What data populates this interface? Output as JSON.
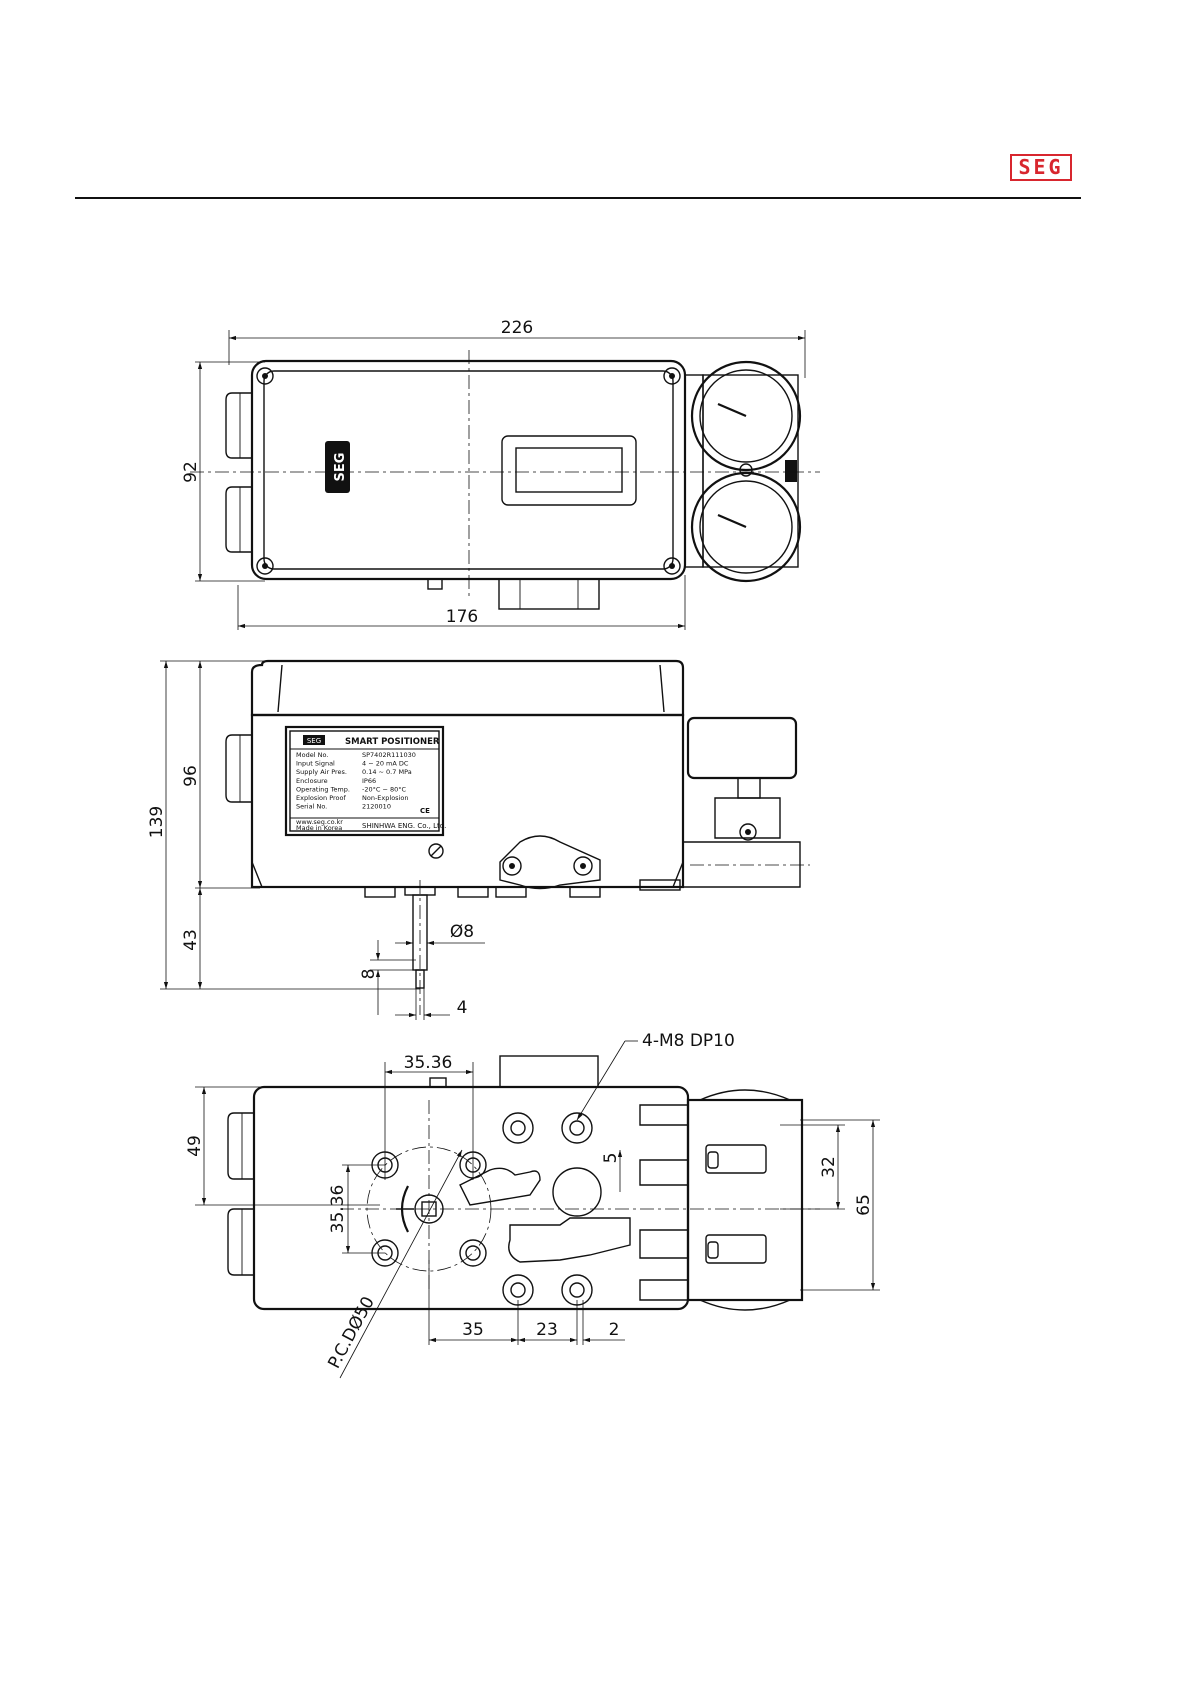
{
  "header": {
    "logo_text": "SEG",
    "logo_color": "#d8262e"
  },
  "top_view": {
    "dim_overall_width": "226",
    "dim_body_width": "176",
    "dim_height": "92",
    "cover_logo": "SEG"
  },
  "side_view": {
    "dim_total_height": "139",
    "dim_body_height": "96",
    "dim_shaft_length": "43",
    "dim_shaft_diameter": "Ø8",
    "dim_shaft_tip": "8",
    "dim_tip_width": "4",
    "nameplate": {
      "brand": "SEG",
      "title": "SMART POSITIONER",
      "rows": [
        {
          "label": "Model No.",
          "value": "SP7402R111030"
        },
        {
          "label": "Input Signal",
          "value": "4 ~ 20 mA DC"
        },
        {
          "label": "Supply Air Pres.",
          "value": "0.14 ~ 0.7 MPa"
        },
        {
          "label": "Enclosure",
          "value": "IP66"
        },
        {
          "label": "Operating Temp.",
          "value": "-20°C ~ 80°C"
        },
        {
          "label": "Explosion Proof",
          "value": "Non-Explosion"
        },
        {
          "label": "Serial No.",
          "value": "2120010"
        }
      ],
      "website": "www.seg.co.kr",
      "origin": "Made in Korea",
      "maker": "SHINHWA ENG. Co., Ltd.",
      "ce_mark": "CE"
    }
  },
  "bottom_view": {
    "thread_note": "4-M8  DP10",
    "dim_offset_top": "35.36",
    "dim_offset_side": "35.36",
    "dim_49": "49",
    "dim_5": "5",
    "dim_32": "32",
    "dim_65": "65",
    "dim_35": "35",
    "dim_23": "23",
    "dim_2": "2",
    "pcd_note": "P.C.DØ50"
  }
}
